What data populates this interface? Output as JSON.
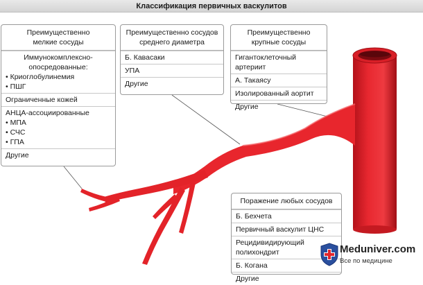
{
  "title": "Классификация первичных васкулитов",
  "small": {
    "header": [
      "Преимущественно",
      "мелкие сосуды"
    ],
    "immune_title": [
      "Иммунокомплексно-",
      "опосредованные:"
    ],
    "immune_items": [
      "Криоглобулинемия",
      "ПШГ"
    ],
    "cutaneous": "Ограниченные кожей",
    "anca_title": "АНЦА-ассоциированные",
    "anca_items": [
      "МПА",
      "СЧС",
      "ГПА"
    ],
    "other": "Другие"
  },
  "medium": {
    "header": [
      "Преимущественно сосудов",
      "среднего диаметра"
    ],
    "items": [
      "Б. Кавасаки",
      "УПА",
      "Другие"
    ]
  },
  "large": {
    "header": [
      "Преимущественно",
      "крупные сосуды"
    ],
    "items": [
      "Гигантоклеточный",
      "артериит",
      "А. Такаясу",
      "Изолированный аортит",
      "Другие"
    ]
  },
  "any": {
    "header": "Поражение любых сосудов",
    "items": [
      "Б. Бехчета",
      "Первичный васкулит ЦНС",
      "Рецидивидирующий",
      "полихондрит",
      "Б. Когана",
      "Другие"
    ]
  },
  "logo": {
    "name": "Meduniver.com",
    "tagline": "Все по медицине"
  },
  "colors": {
    "vessel": "#e8262d",
    "vessel_dark": "#b0151b",
    "title_bg": "#d8d8d8"
  }
}
